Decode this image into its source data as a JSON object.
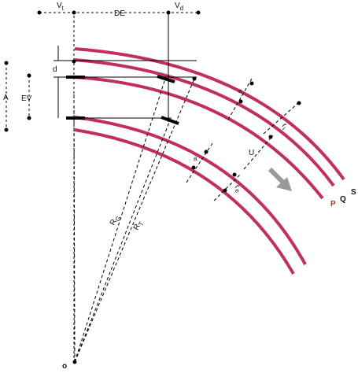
{
  "labels": {
    "vt": "V",
    "vt_sub": "t",
    "vd": "V",
    "vd_sub": "d",
    "de": "DE",
    "d": "d",
    "a": "A",
    "ev": "EV",
    "a_outer": "a",
    "a_inner": "a",
    "ri": "r",
    "ri_sub": "i",
    "re": "r",
    "re_sub": "e",
    "u": "U",
    "rg": "R",
    "rg_sub": "G",
    "rt": "R",
    "rt_sub": "T",
    "p": "P",
    "q": "Q",
    "s": "S",
    "o": "o"
  },
  "colors": {
    "rail": "#c0305a",
    "arrow": "#999999",
    "p_label": "#c0301e"
  },
  "icons": {
    "direction_arrow": "arrow-down-right-icon"
  }
}
